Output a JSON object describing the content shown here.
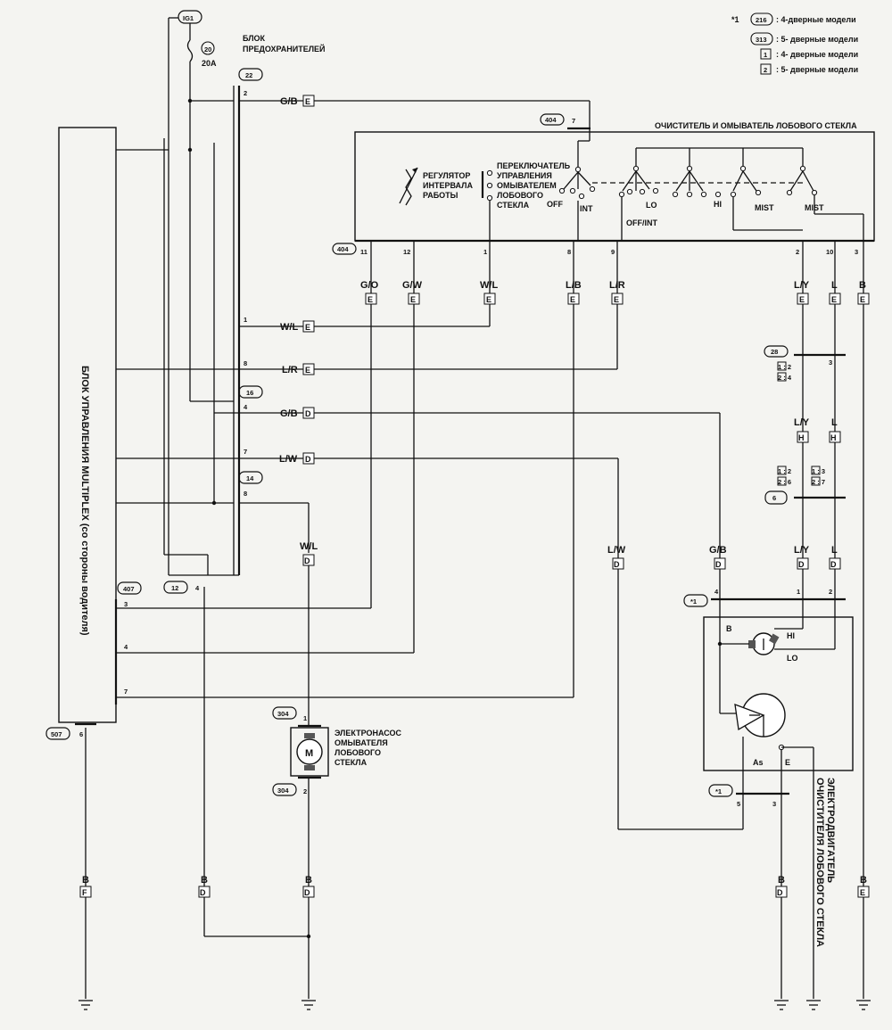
{
  "legend": {
    "title": "*1",
    "items": [
      {
        "code": "216",
        "text": ": 4-дверные модели"
      },
      {
        "code": "313",
        "text": ": 5- дверные модели"
      },
      {
        "code": "1",
        "text": ": 4- дверные модели"
      },
      {
        "code": "2",
        "text": ": 5- дверные модели"
      }
    ]
  },
  "ig": "IG1",
  "fuse": {
    "num": "20",
    "rating": "20A"
  },
  "fuse_block": {
    "line1": "БЛОК",
    "line2": "ПРЕДОХРАНИТЕЛЕЙ"
  },
  "wiper_unit": {
    "title": "ОЧИСТИТЕЛЬ И ОМЫВАТЕЛЬ ЛОБОВОГО СТЕКЛА"
  },
  "regulator": {
    "l1": "РЕГУЛЯТОР",
    "l2": "ИНТЕРВАЛА",
    "l3": "РАБОТЫ"
  },
  "switch_label": {
    "l1": "ПЕРЕКЛЮЧАТЕЛЬ",
    "l2": "УПРАВЛЕНИЯ",
    "l3": "ОМЫВАТЕЛЕМ",
    "l4": "ЛОБОВОГО",
    "l5": "СТЕКЛА"
  },
  "positions": {
    "off": "OFF",
    "int": "INT",
    "off_int": "OFF/INT",
    "lo": "LO",
    "hi": "HI",
    "mist1": "MIST",
    "mist2": "MIST"
  },
  "multiplex": "БЛОК УПРАВЛЕНИЯ MULTIPLEX (со стороны водителя)",
  "pump": {
    "l1": "ЭЛЕКТРОНАСОС",
    "l2": "ОМЫВАТЕЛЯ",
    "l3": "ЛОБОВОГО",
    "l4": "СТЕКЛА",
    "m": "M"
  },
  "motor_label": {
    "l1": "ЭЛЕКТРОДВИГАТЕЛЬ",
    "l2": "ОЧИСТИТЕЛЯ ЛОБОВОГО СТЕКЛА"
  },
  "motor_terms": {
    "b": "B",
    "hi": "HI",
    "lo": "LO",
    "as": "As",
    "e": "E"
  },
  "connectors": {
    "c22": "22",
    "c16": "16",
    "c14": "14",
    "c12": "12",
    "c404a": "404",
    "c404b": "404",
    "c407": "407",
    "c507": "507",
    "c304a": "304",
    "c304b": "304",
    "c28": "28",
    "c6": "6",
    "star1": "*1",
    "star2": "*1"
  },
  "pins": {
    "fb2": "2",
    "fb1": "1",
    "fb8": "8",
    "fb4": "4",
    "fb7": "7",
    "fb8b": "8",
    "fb4b": "4",
    "top7": "7",
    "p11": "11",
    "p12": "12",
    "p1": "1",
    "p8": "8",
    "p9": "9",
    "p2": "2",
    "p10": "10",
    "p3": "3",
    "m3": "3",
    "m4": "4",
    "m7": "7",
    "m6": "6",
    "pu1": "1",
    "pu2": "2",
    "s4": "4",
    "s1": "1",
    "s2": "2",
    "s5": "5",
    "s3": "3",
    "c28p": "3"
  },
  "c28_notes": {
    "a": "1 : 2",
    "b": "2 : 4"
  },
  "c6_notes": {
    "a": "1 : 2",
    "b": "2 : 6",
    "c": "1 : 3",
    "d": "2 : 7"
  },
  "wires": {
    "gb_top": "G/B",
    "wl_mid": "W/L",
    "lr_mid": "L/R",
    "gb_mid": "G/B",
    "lw_mid": "L/W",
    "go": "G/O",
    "gw": "G/W",
    "wl_top": "W/L",
    "lb": "L/B",
    "lr_top": "L/R",
    "ly1": "L/Y",
    "l1": "L",
    "b_r": "B",
    "ly2": "L/Y",
    "l2": "L",
    "ly3": "L/Y",
    "l3": "L",
    "wl_pump": "W/L",
    "lw_low": "L/W",
    "gb_low": "G/B",
    "b_f": "B",
    "b_d1": "B",
    "b_pump": "B",
    "b_d2": "B",
    "b_e": "B"
  },
  "codes": {
    "E": "E",
    "D": "D",
    "H": "H",
    "F": "F"
  }
}
